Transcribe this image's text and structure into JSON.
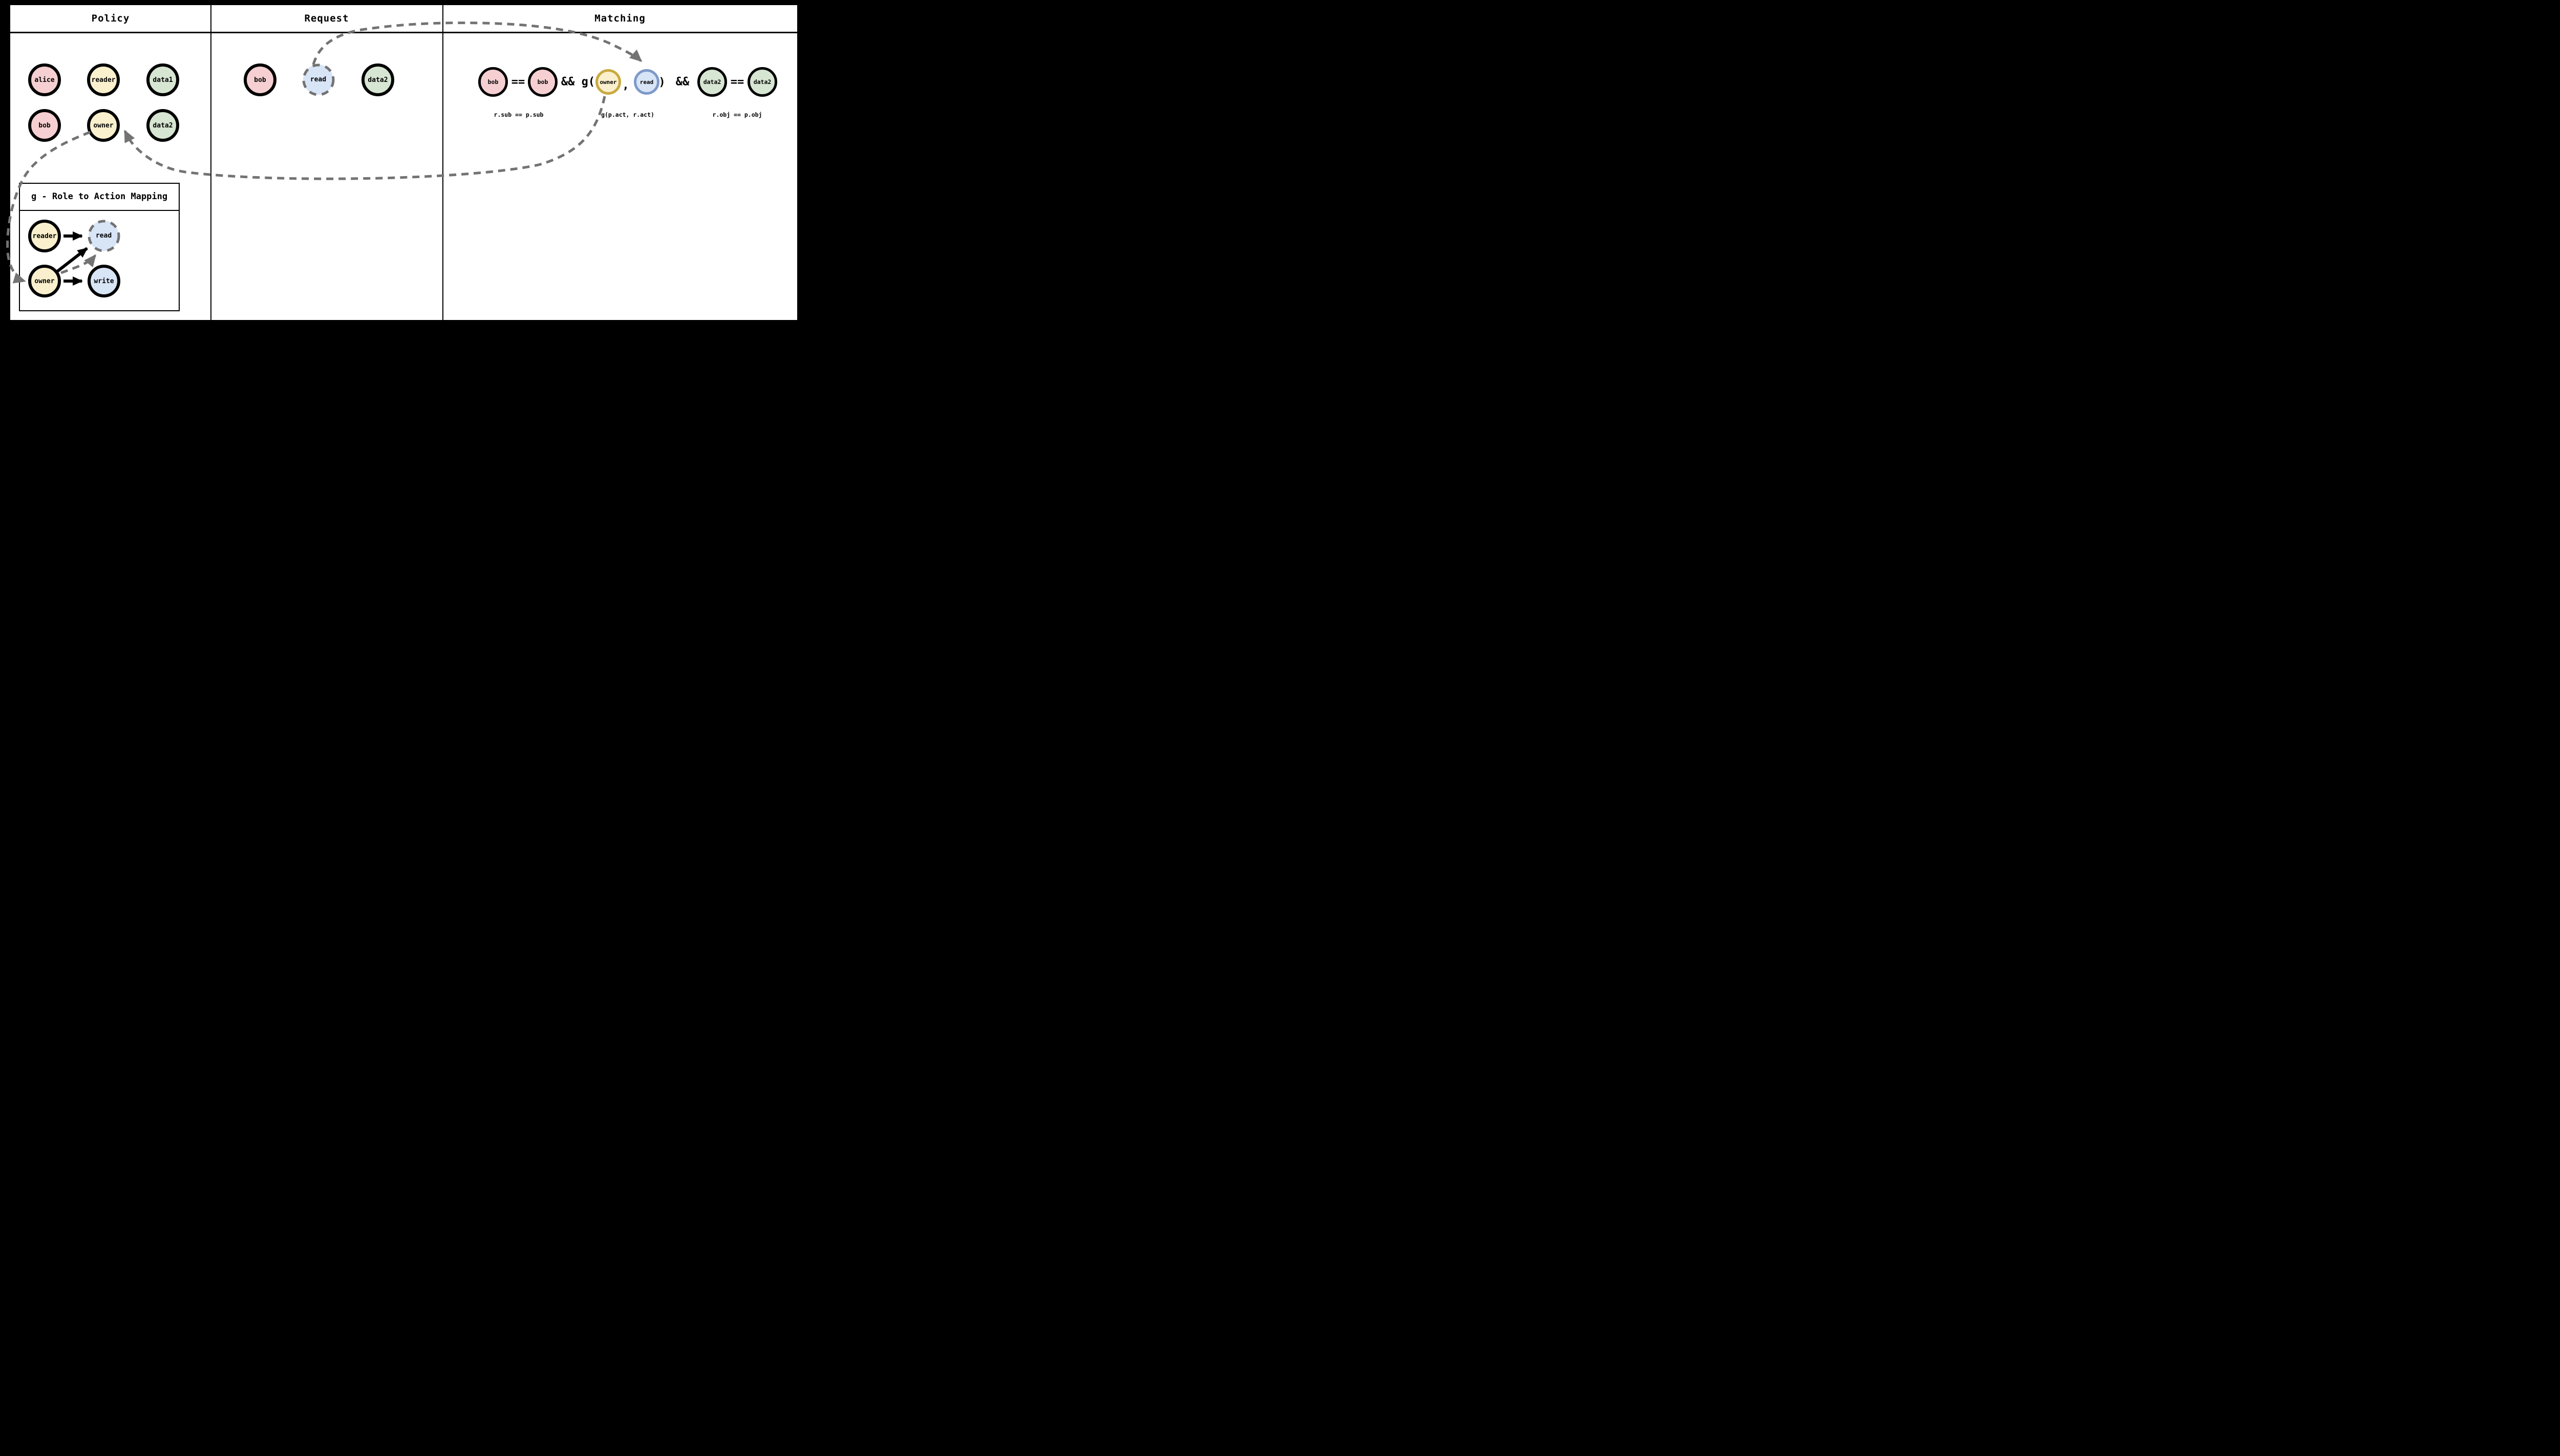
{
  "colors": {
    "pink": "#f5cfd1",
    "cream": "#fbf0cd",
    "green": "#d7e5d3",
    "lightblue": "#d8e5f7",
    "gold": "#c9a940",
    "steel": "#7e9ac9",
    "gray": "#737373",
    "black": "#000000",
    "white": "#ffffff"
  },
  "panels": {
    "policy": {
      "title": "Policy"
    },
    "request": {
      "title": "Request"
    },
    "matching": {
      "title": "Matching"
    }
  },
  "policy": {
    "nodes": [
      {
        "id": "alice",
        "label": "alice",
        "color": "pink"
      },
      {
        "id": "reader",
        "label": "reader",
        "color": "cream"
      },
      {
        "id": "data1",
        "label": "data1",
        "color": "green"
      },
      {
        "id": "bob",
        "label": "bob",
        "color": "pink"
      },
      {
        "id": "owner",
        "label": "owner",
        "color": "cream"
      },
      {
        "id": "data2",
        "label": "data2",
        "color": "green"
      }
    ]
  },
  "request": {
    "nodes": [
      {
        "id": "bob",
        "label": "bob",
        "color": "pink",
        "border": "solid-black"
      },
      {
        "id": "read",
        "label": "read",
        "color": "lightblue",
        "border": "dashed-gray"
      },
      {
        "id": "data2",
        "label": "data2",
        "color": "green",
        "border": "solid-black"
      }
    ]
  },
  "gbox": {
    "title": "g - Role to Action Mapping",
    "nodes": [
      {
        "id": "reader",
        "label": "reader",
        "color": "cream",
        "border": "solid-black"
      },
      {
        "id": "read",
        "label": "read",
        "color": "lightblue",
        "border": "dashed-gray"
      },
      {
        "id": "owner",
        "label": "owner",
        "color": "cream",
        "border": "solid-black"
      },
      {
        "id": "write",
        "label": "write",
        "color": "lightblue",
        "border": "solid-black"
      }
    ],
    "edges": [
      {
        "from": "reader",
        "to": "read"
      },
      {
        "from": "owner",
        "to": "read"
      },
      {
        "from": "owner",
        "to": "write"
      }
    ]
  },
  "matching": {
    "nodes": [
      {
        "id": "bob-r",
        "label": "bob",
        "color": "pink",
        "border": "solid-black"
      },
      {
        "id": "bob-p",
        "label": "bob",
        "color": "pink",
        "border": "solid-black"
      },
      {
        "id": "owner",
        "label": "owner",
        "color": "cream",
        "border": "gold"
      },
      {
        "id": "read",
        "label": "read",
        "color": "lightblue",
        "border": "steel-blue"
      },
      {
        "id": "data2-r",
        "label": "data2",
        "color": "green",
        "border": "solid-black"
      },
      {
        "id": "data2-p",
        "label": "data2",
        "color": "green",
        "border": "solid-black"
      }
    ],
    "tokens": {
      "eq1": "==",
      "and_g": "&& g(",
      "comma": ",",
      "close_paren": ")",
      "and2": "&&",
      "eq2": "=="
    },
    "labels": {
      "sub": "r.sub == p.sub",
      "act": "g(p.act, r.act)",
      "obj": "r.obj == p.obj"
    }
  },
  "traces": [
    {
      "id": "request-read-to-matching-read",
      "style": "gray-dashed-arrow"
    },
    {
      "id": "matching-owner-to-policy-owner",
      "style": "gray-dashed-arrow"
    },
    {
      "id": "policy-owner-to-g-owner",
      "style": "gray-dashed-arrow"
    },
    {
      "id": "g-owner-to-g-read",
      "style": "gray-dashed-arrow"
    }
  ]
}
